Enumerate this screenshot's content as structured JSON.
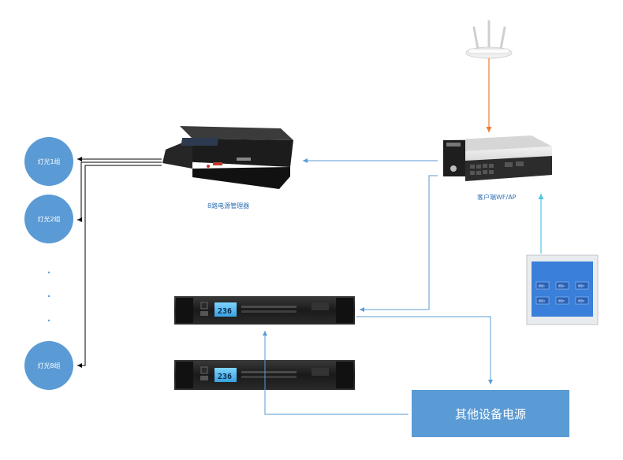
{
  "devices": {
    "router": {
      "icon": "wifi-router-icon"
    },
    "ap_server": {
      "caption": "客户端WF/AP"
    },
    "power_manager": {
      "caption": "8路电源管理器"
    },
    "sequencers": [
      {
        "display": "236"
      },
      {
        "display": "236"
      }
    ],
    "touch_panel": {
      "buttons": [
        "按钮1",
        "按钮2",
        "按钮3",
        "按钮4",
        "按钮5",
        "按钮6"
      ]
    },
    "other_power": {
      "label": "其他设备电源"
    }
  },
  "light_groups": [
    {
      "label": "灯光1组"
    },
    {
      "label": "灯光2组"
    },
    {
      "label": "灯光8组"
    }
  ],
  "ellipsis_dots": [
    "·",
    "·",
    "·"
  ],
  "colors": {
    "circle": "#5b9bd5",
    "box": "#5b9bd5",
    "line_blue": "#5b9bd5",
    "line_orange": "#ed7d31",
    "line_cyan": "#4fc7e6",
    "line_black": "#000000"
  }
}
